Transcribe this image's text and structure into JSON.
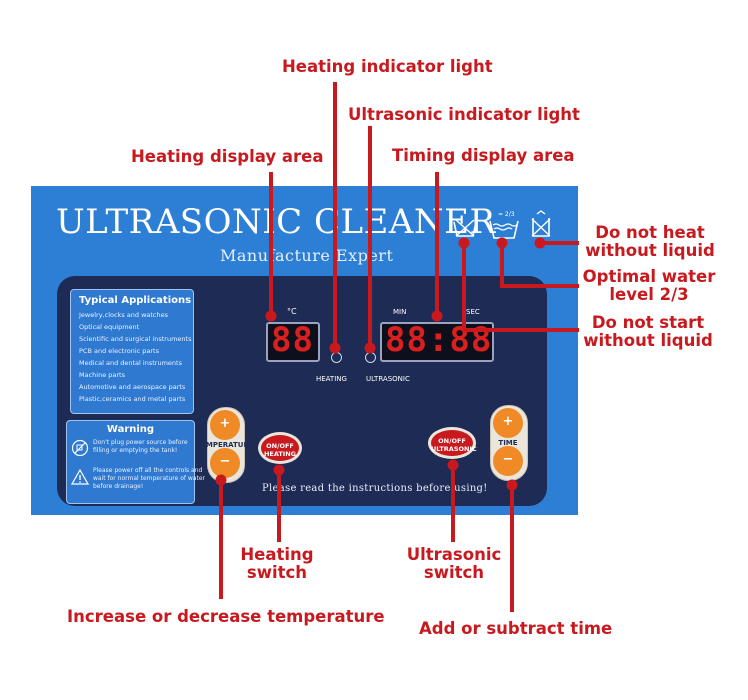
{
  "panel": {
    "title": "ULTRASONIC  CLEANER",
    "subtitle": "Manufacture Expert",
    "footer": "Please read the instructions before using!",
    "applications": {
      "heading": "Typical Applications",
      "items": [
        "Jewelry,clocks and watches",
        "Optical equipment",
        "Scientific and surgical instruments",
        "PCB and electronic parts",
        "Medical and dental instruments",
        "Machine parts",
        "Automotive and aerospace parts",
        "Plastic,ceramics and metal parts"
      ]
    },
    "warning": {
      "heading": "Warning",
      "line1a": "Don't plug power source before",
      "line1b": "filling or emptying the tank!",
      "line2a": "Please power off all the controls and",
      "line2b": "wait for normal temperature of water",
      "line2c": "before drainage!"
    },
    "temp_unit": "°C",
    "heating_display": "88",
    "timing_display": "88:88",
    "min_label": "MIN",
    "sec_label": "SEC",
    "heating_led_label": "HEATING",
    "ultrasonic_led_label": "ULTRASONIC",
    "temperature_label": "TEMPERATURE",
    "time_label": "TIME",
    "onoff_heating_l1": "ON/OFF",
    "onoff_heating_l2": "HEATING",
    "onoff_ultra_l1": "ON/OFF",
    "onoff_ultra_l2": "ULTRASONIC",
    "plus": "+",
    "minus": "−",
    "water_level_mark": "≈ 2/3"
  },
  "annotations": {
    "heating_indicator": "Heating indicator light",
    "ultrasonic_indicator": "Ultrasonic indicator light",
    "heating_display_area": "Heating display area",
    "timing_display_area": "Timing display area",
    "no_heat_l1": "Do not heat",
    "no_heat_l2": "without liquid",
    "optimal_l1": "Optimal water",
    "optimal_l2": "level 2/3",
    "no_start_l1": "Do not start",
    "no_start_l2": "without liquid",
    "heating_switch_l1": "Heating",
    "heating_switch_l2": "switch",
    "ultrasonic_switch_l1": "Ultrasonic",
    "ultrasonic_switch_l2": "switch",
    "temp_adjust": "Increase or decrease temperature",
    "time_adjust": "Add or subtract time"
  },
  "colors": {
    "annotation_red": "#c8191e",
    "panel_blue": "#2d7fd6",
    "panel_navy": "#1e2b55",
    "button_orange": "#f08a26"
  }
}
